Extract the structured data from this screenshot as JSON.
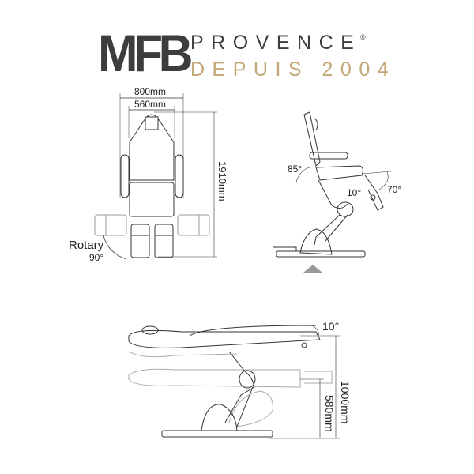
{
  "logo": {
    "brand": "MFB",
    "name": "PROVENCE",
    "registered": "®",
    "tagline": "DEPUIS 2004",
    "colors": {
      "dark": "#3d3d3d",
      "gold": "#c2a877"
    }
  },
  "top_view": {
    "width_outer": "800mm",
    "width_inner": "560mm",
    "length": "1910mm",
    "rotary_label": "Rotary",
    "rotary_angle": "90°"
  },
  "side_view": {
    "backrest_angle": "85°",
    "seat_angle": "10°",
    "legrest_angle": "70°"
  },
  "height_view": {
    "tilt_angle": "10°",
    "max_height": "1000mm",
    "min_height": "580mm"
  }
}
